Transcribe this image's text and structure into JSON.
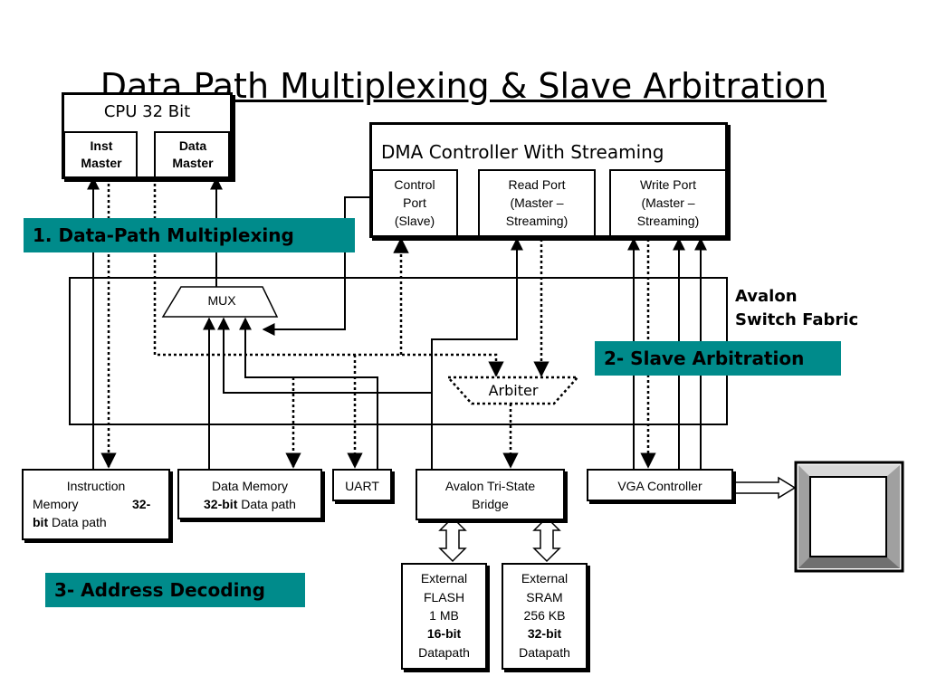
{
  "title": "Data Path Multiplexing & Slave Arbitration",
  "cpu": {
    "label": "CPU 32 Bit",
    "inst_master": "Inst Master",
    "data_master": "Data Master"
  },
  "dma": {
    "label": "DMA Controller With Streaming",
    "control_port": [
      "Control",
      "Port",
      "(Slave)"
    ],
    "read_port": [
      "Read Port",
      "(Master –",
      "Streaming)"
    ],
    "write_port": [
      "Write Port",
      "(Master –",
      "Streaming)"
    ]
  },
  "callouts": {
    "data_path": "1.  Data-Path Multiplexing",
    "slave_arbitration": "2- Slave Arbitration",
    "address_decoding": "3- Address Decoding"
  },
  "fabric": {
    "label_line1": "Avalon",
    "label_line2": "Switch Fabric",
    "mux": "MUX",
    "arbiter": "Arbiter"
  },
  "peripherals": {
    "instruction_memory": {
      "line1": "Instruction",
      "line2a": "Memory",
      "line2b": "32-",
      "line3a": "bit",
      "line3b": " Data path"
    },
    "data_memory": {
      "line1": "Data Memory",
      "line2a": "32-bit",
      "line2b": " Data path"
    },
    "uart": "UART",
    "tristate_bridge": [
      "Avalon Tri-State",
      "Bridge"
    ],
    "vga_controller": "VGA Controller"
  },
  "external": {
    "flash": [
      "External",
      "FLASH",
      "1 MB",
      "16-bit",
      "Datapath"
    ],
    "sram": [
      "External",
      "SRAM",
      "256 KB",
      "32-bit",
      "Datapath"
    ]
  }
}
